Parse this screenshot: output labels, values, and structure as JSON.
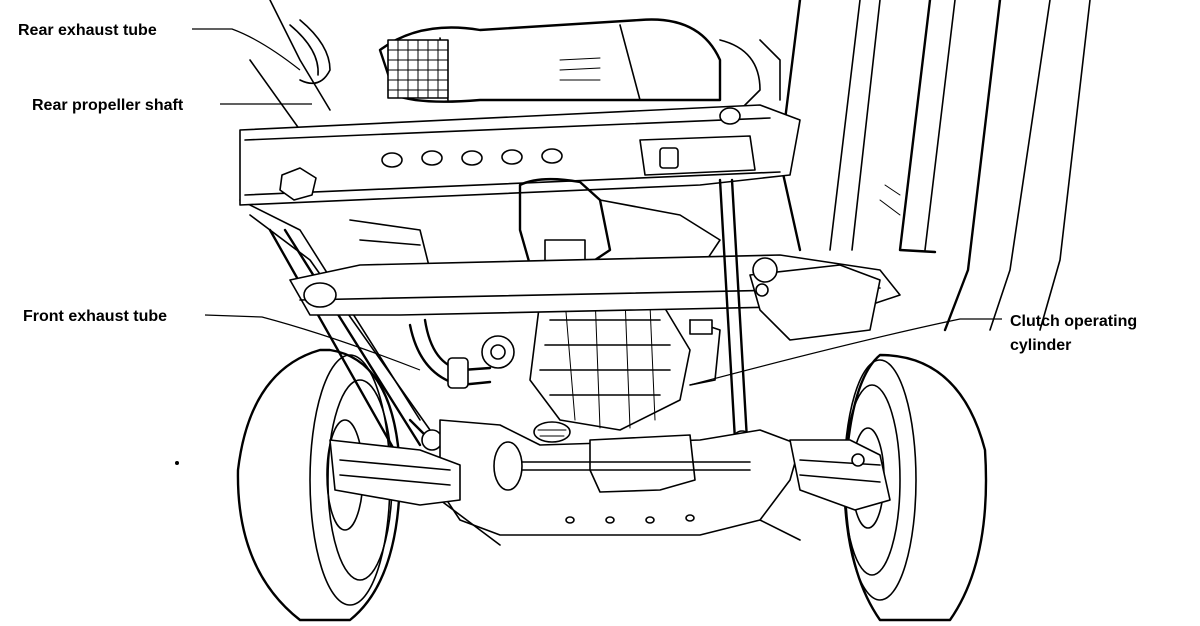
{
  "callouts": {
    "rear_exhaust_tube": "Rear exhaust tube",
    "rear_propeller_shaft": "Rear propeller shaft",
    "front_exhaust_tube": "Front exhaust tube",
    "clutch_operating_cylinder_line1": "Clutch operating",
    "clutch_operating_cylinder_line2": "cylinder"
  }
}
